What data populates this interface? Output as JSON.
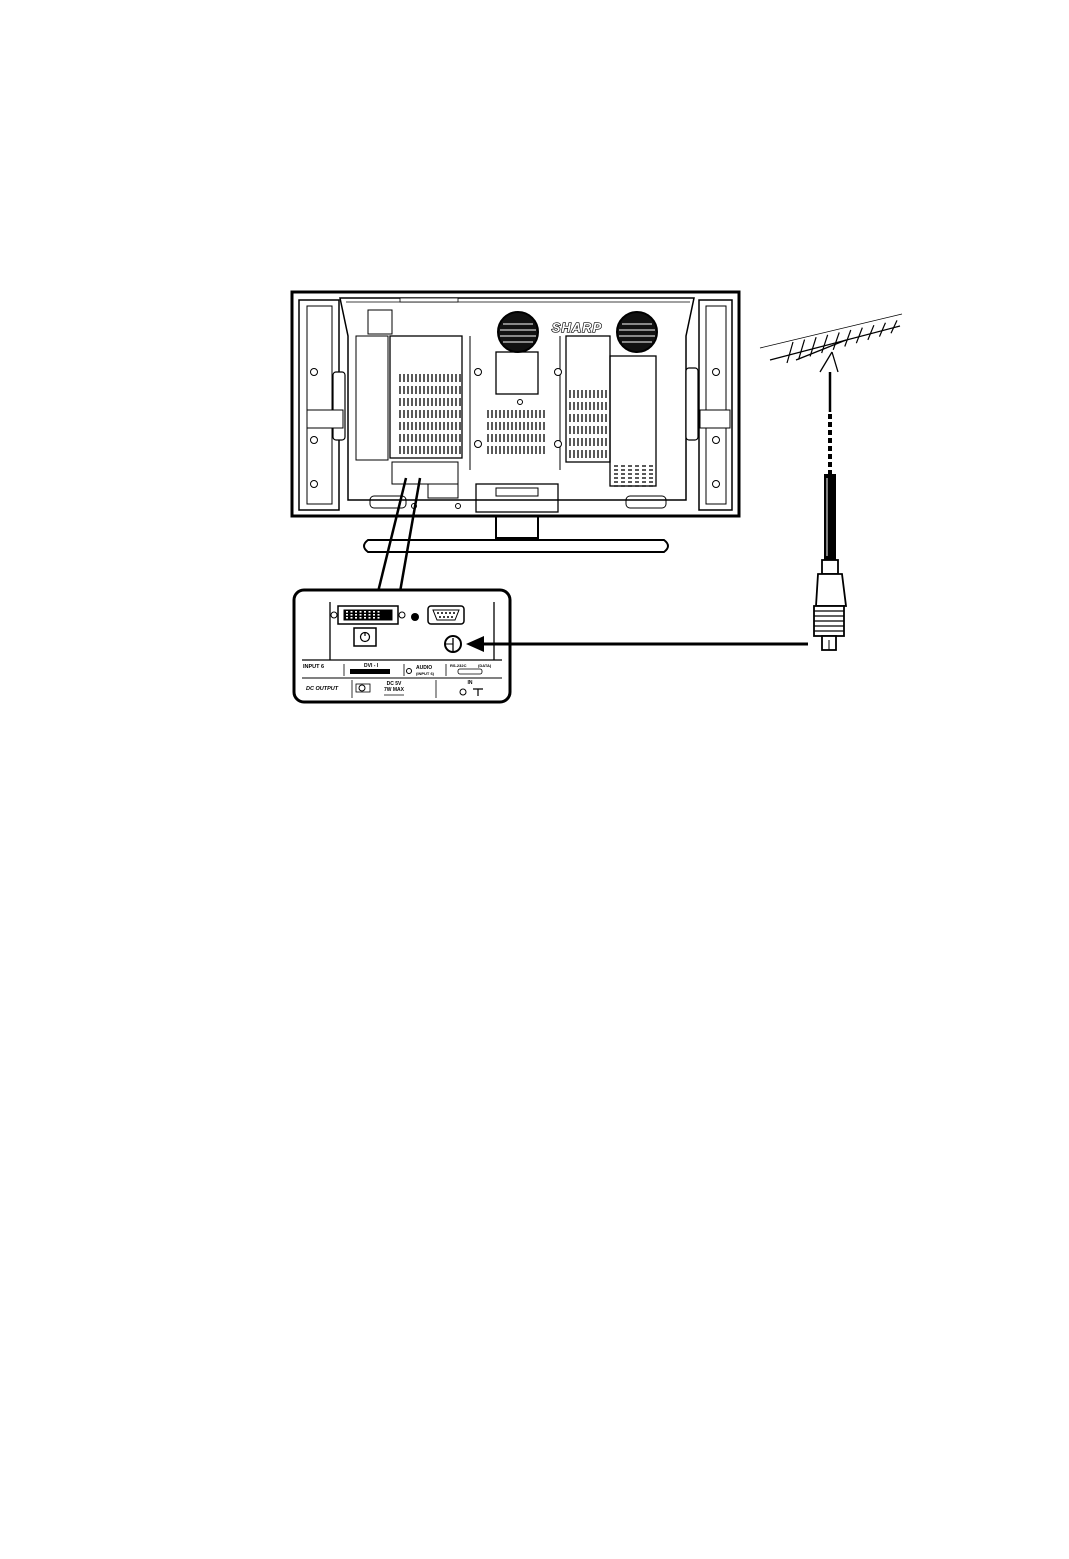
{
  "tv": {
    "brand": "SHARP"
  },
  "terminal_panel": {
    "input_label": "INPUT 6",
    "dvi_label": "DVI - I",
    "audio_label": "AUDIO",
    "audio_sub": "(INPUT 6)",
    "rs232c_label": "RS-232C",
    "rs232c_sub": "(DATA)",
    "dc_output_label": "DC OUTPUT",
    "dc_spec": "DC 5V",
    "dc_max": "7W MAX",
    "antenna_in_label": "IN"
  },
  "colors": {
    "line": "#000000",
    "background": "#ffffff"
  }
}
